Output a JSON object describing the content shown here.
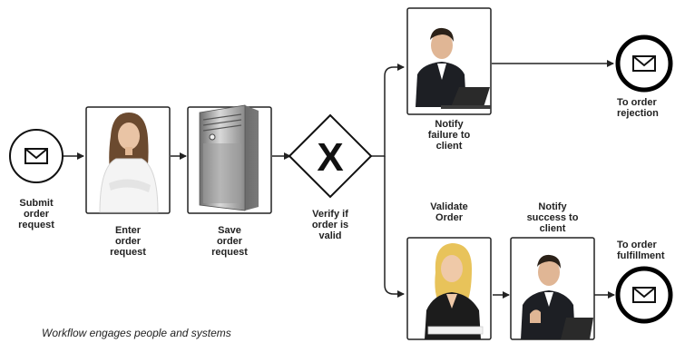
{
  "steps": {
    "submit": "Submit\norder\nrequest",
    "enter": "Enter\norder\nrequest",
    "save": "Save\norder\nrequest",
    "verify": "Verify if\norder is\nvalid",
    "notify_failure": "Notify\nfailure to\nclient",
    "validate": "Validate\nOrder",
    "notify_success": "Notify\nsuccess to\nclient",
    "rejection": "To order\nrejection",
    "fulfillment": "To order\nfulfillment"
  },
  "gateway_symbol": "X",
  "caption": "Workflow engages people and systems"
}
